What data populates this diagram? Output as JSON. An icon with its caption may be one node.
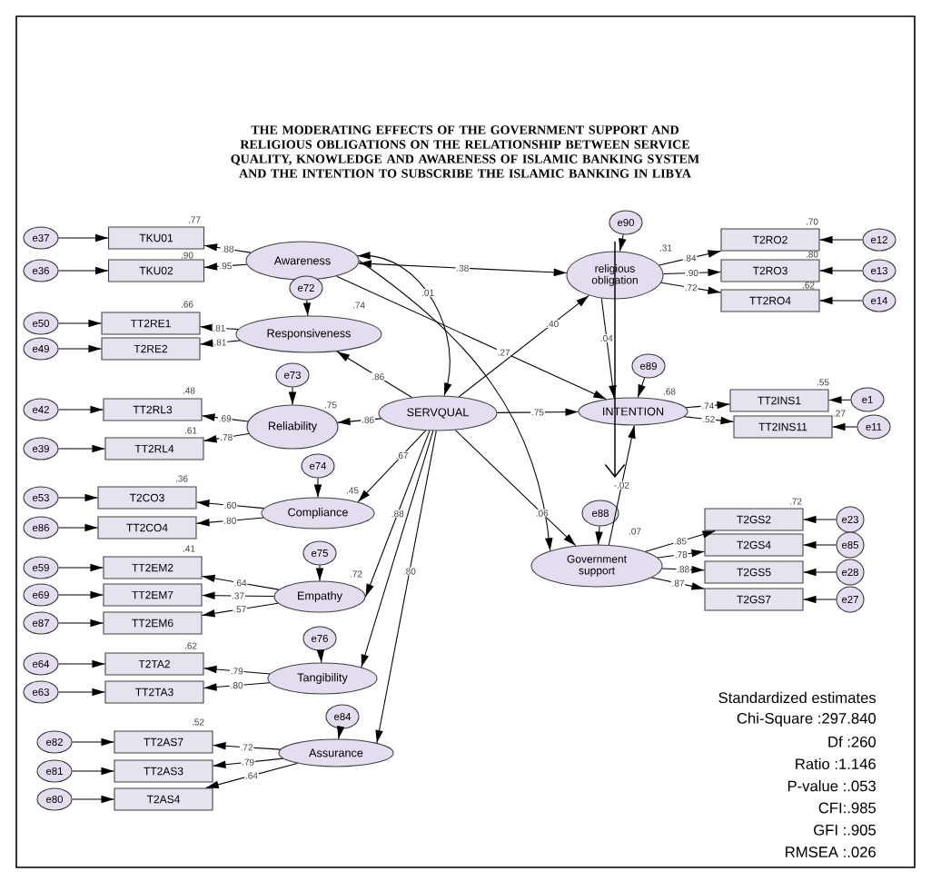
{
  "diagram": {
    "title": "THE MODERATING EFFECTS OF THE GOVERNMENT SUPPORT AND RELIGIOUS OBLIGATIONS ON THE RELATIONSHIP BETWEEN SERVICE QUALITY, KNOWLEDGE AND AWARENESS OF ISLAMIC BANKING SYSTEM AND THE INTENTION TO SUBSCRIBE THE ISLAMIC BANKING IN LIBYA",
    "nodes": [
      {
        "text": [
          "Awareness"
        ]
      },
      {
        "text": [
          "TKU01"
        ],
        "beside": [
          ".77"
        ]
      },
      {
        "text": [
          "TKU02"
        ],
        "beside": [
          ".90"
        ]
      },
      {
        "text": [
          "e37"
        ]
      },
      {
        "text": [
          "e36"
        ]
      },
      {
        "text": [
          "e72"
        ]
      },
      {
        "text": [
          "Responsiveness"
        ],
        "beside": [
          ".74"
        ]
      },
      {
        "text": [
          "TT2RE1"
        ],
        "beside": [
          ".66"
        ]
      },
      {
        "text": [
          "T2RE2"
        ]
      },
      {
        "text": [
          "e50"
        ]
      },
      {
        "text": [
          "e49"
        ]
      },
      {
        "text": [
          "e73"
        ]
      },
      {
        "text": [
          "Reliability"
        ],
        "beside": [
          ".75"
        ]
      },
      {
        "text": [
          "TT2RL3"
        ],
        "beside": [
          ".48"
        ]
      },
      {
        "text": [
          "TT2RL4"
        ],
        "beside": [
          ".61"
        ]
      },
      {
        "text": [
          "e42"
        ]
      },
      {
        "text": [
          "e39"
        ]
      },
      {
        "text": [
          "SERVQUAL"
        ]
      },
      {
        "text": [
          "e74"
        ]
      },
      {
        "text": [
          "Compliance"
        ],
        "beside": [
          ".45"
        ]
      },
      {
        "text": [
          "T2CO3"
        ],
        "beside": [
          ".36"
        ]
      },
      {
        "text": [
          "TT2CO4"
        ]
      },
      {
        "text": [
          "e53"
        ]
      },
      {
        "text": [
          "e86"
        ]
      },
      {
        "text": [
          "e75"
        ]
      },
      {
        "text": [
          "Empathy"
        ],
        "beside": [
          ".72"
        ]
      },
      {
        "text": [
          "TT2EM2"
        ],
        "beside": [
          ".41"
        ]
      },
      {
        "text": [
          "TT2EM7"
        ]
      },
      {
        "text": [
          "TT2EM6"
        ]
      },
      {
        "text": [
          "e59"
        ]
      },
      {
        "text": [
          "e69"
        ]
      },
      {
        "text": [
          "e87"
        ]
      },
      {
        "text": [
          "e76"
        ]
      },
      {
        "text": [
          "Tangibility"
        ]
      },
      {
        "text": [
          "T2TA2"
        ],
        "beside": [
          ".62"
        ]
      },
      {
        "text": [
          "TT2TA3"
        ]
      },
      {
        "text": [
          "e64"
        ]
      },
      {
        "text": [
          "e63"
        ]
      },
      {
        "text": [
          "e84"
        ]
      },
      {
        "text": [
          "Assurance"
        ]
      },
      {
        "text": [
          "TT2AS7"
        ],
        "beside": [
          ".52"
        ]
      },
      {
        "text": [
          "TT2AS3"
        ]
      },
      {
        "text": [
          "T2AS4"
        ]
      },
      {
        "text": [
          "e82"
        ]
      },
      {
        "text": [
          "e81"
        ]
      },
      {
        "text": [
          "e80"
        ]
      },
      {
        "text": [
          "e90"
        ]
      },
      {
        "text": [
          "religious obligation"
        ],
        "beside": [
          ".31"
        ]
      },
      {
        "text": [
          "T2RO2"
        ],
        "beside": [
          ".70"
        ]
      },
      {
        "text": [
          "T2RO3"
        ],
        "beside": [
          ".80"
        ]
      },
      {
        "text": [
          "TT2RO4"
        ],
        "beside": [
          ".62"
        ]
      },
      {
        "text": [
          "e12"
        ]
      },
      {
        "text": [
          "e13"
        ]
      },
      {
        "text": [
          "e14"
        ]
      },
      {
        "text": [
          "e89"
        ]
      },
      {
        "text": [
          "INTENTION"
        ],
        "beside": [
          ".68"
        ]
      },
      {
        "text": [
          "TT2INS1"
        ],
        "beside": [
          ".55"
        ]
      },
      {
        "text": [
          "TT2INS11"
        ],
        "beside": [
          ".27"
        ]
      },
      {
        "text": [
          "e1"
        ]
      },
      {
        "text": [
          "e11"
        ]
      },
      {
        "text": [
          "e88"
        ]
      },
      {
        "text": [
          "Government support"
        ],
        "beside": [
          ".07"
        ]
      },
      {
        "text": [
          "T2GS2"
        ],
        "beside": [
          ".72"
        ]
      },
      {
        "text": [
          "T2GS4"
        ]
      },
      {
        "text": [
          "T2GS5"
        ]
      },
      {
        "text": [
          "T2GS7"
        ]
      },
      {
        "text": [
          "e23"
        ]
      },
      {
        "text": [
          "e85"
        ]
      },
      {
        "text": [
          "e28"
        ]
      },
      {
        "text": [
          "e27"
        ]
      }
    ],
    "edges": [
      {
        "from": 3,
        "to": 1,
        "arrow": "to"
      },
      {
        "from": 4,
        "to": 2,
        "arrow": "to"
      },
      {
        "from": 9,
        "to": 7,
        "arrow": "to"
      },
      {
        "from": 10,
        "to": 8,
        "arrow": "to"
      },
      {
        "from": 15,
        "to": 13,
        "arrow": "to"
      },
      {
        "from": 16,
        "to": 14,
        "arrow": "to"
      },
      {
        "from": 22,
        "to": 20,
        "arrow": "to"
      },
      {
        "from": 23,
        "to": 21,
        "arrow": "to"
      },
      {
        "from": 29,
        "to": 26,
        "arrow": "to"
      },
      {
        "from": 30,
        "to": 27,
        "arrow": "to"
      },
      {
        "from": 31,
        "to": 28,
        "arrow": "to"
      },
      {
        "from": 36,
        "to": 34,
        "arrow": "to"
      },
      {
        "from": 37,
        "to": 35,
        "arrow": "to"
      },
      {
        "from": 43,
        "to": 40,
        "arrow": "to"
      },
      {
        "from": 44,
        "to": 41,
        "arrow": "to"
      },
      {
        "from": 45,
        "to": 42,
        "arrow": "to"
      },
      {
        "from": 51,
        "to": 48,
        "arrow": "to"
      },
      {
        "from": 52,
        "to": 49,
        "arrow": "to"
      },
      {
        "from": 53,
        "to": 50,
        "arrow": "to"
      },
      {
        "from": 58,
        "to": 56,
        "arrow": "to"
      },
      {
        "from": 59,
        "to": 57,
        "arrow": "to"
      },
      {
        "from": 66,
        "to": 62,
        "arrow": "to"
      },
      {
        "from": 67,
        "to": 63,
        "arrow": "to"
      },
      {
        "from": 68,
        "to": 64,
        "arrow": "to"
      },
      {
        "from": 69,
        "to": 65,
        "arrow": "to"
      },
      {
        "from": 0,
        "to": 1,
        "arrow": "to",
        "label": ".88"
      },
      {
        "from": 0,
        "to": 2,
        "arrow": "to",
        "label": ".95"
      },
      {
        "from": 6,
        "to": 7,
        "arrow": "to",
        "label": ".81"
      },
      {
        "from": 6,
        "to": 8,
        "arrow": "to",
        "label": ".81"
      },
      {
        "from": 12,
        "to": 13,
        "arrow": "to",
        "label": ".69"
      },
      {
        "from": 12,
        "to": 14,
        "arrow": "to",
        "label": ".78"
      },
      {
        "from": 19,
        "to": 20,
        "arrow": "to",
        "label": ".60"
      },
      {
        "from": 19,
        "to": 21,
        "arrow": "to",
        "label": ".80"
      },
      {
        "from": 25,
        "to": 26,
        "arrow": "to",
        "label": ".64"
      },
      {
        "from": 25,
        "to": 27,
        "arrow": "to",
        "label": ".37"
      },
      {
        "from": 25,
        "to": 28,
        "arrow": "to",
        "label": ".57"
      },
      {
        "from": 33,
        "to": 34,
        "arrow": "to",
        "label": ".79"
      },
      {
        "from": 33,
        "to": 35,
        "arrow": "to",
        "label": ".80"
      },
      {
        "from": 39,
        "to": 40,
        "arrow": "to",
        "label": ".72"
      },
      {
        "from": 39,
        "to": 41,
        "arrow": "to",
        "label": ".79"
      },
      {
        "from": 39,
        "to": 42,
        "arrow": "to",
        "label": ".64"
      },
      {
        "from": 47,
        "to": 48,
        "arrow": "to",
        "label": ".84"
      },
      {
        "from": 47,
        "to": 49,
        "arrow": "to",
        "label": ".90"
      },
      {
        "from": 47,
        "to": 50,
        "arrow": "to",
        "label": ".72"
      },
      {
        "from": 55,
        "to": 56,
        "arrow": "to",
        "label": ".74"
      },
      {
        "from": 55,
        "to": 57,
        "arrow": "to",
        "label": ".52"
      },
      {
        "from": 61,
        "to": 62,
        "arrow": "to",
        "label": ".85"
      },
      {
        "from": 61,
        "to": 63,
        "arrow": "to",
        "label": ".78"
      },
      {
        "from": 61,
        "to": 64,
        "arrow": "to",
        "label": ".88"
      },
      {
        "from": 61,
        "to": 65,
        "arrow": "to",
        "label": ".87"
      },
      {
        "from": 5,
        "to": 6,
        "arrow": "to"
      },
      {
        "from": 11,
        "to": 12,
        "arrow": "to"
      },
      {
        "from": 18,
        "to": 19,
        "arrow": "to"
      },
      {
        "from": 24,
        "to": 25,
        "arrow": "to"
      },
      {
        "from": 32,
        "to": 33,
        "arrow": "to"
      },
      {
        "from": 38,
        "to": 39,
        "arrow": "to"
      },
      {
        "from": 46,
        "to": 47,
        "arrow": "to"
      },
      {
        "from": 54,
        "to": 55,
        "arrow": "to"
      },
      {
        "from": 60,
        "to": 61,
        "arrow": "to"
      },
      {
        "from": 17,
        "to": 6,
        "arrow": "to",
        "label": ".86"
      },
      {
        "from": 17,
        "to": 12,
        "arrow": "to",
        "label": ".86"
      },
      {
        "from": 17,
        "to": 19,
        "arrow": "to",
        "label": ".67"
      },
      {
        "from": 17,
        "to": 25,
        "arrow": "to",
        "label": ".88"
      },
      {
        "from": 17,
        "to": 33,
        "arrow": "to"
      },
      {
        "from": 17,
        "to": 39,
        "arrow": "to",
        "label": ".80"
      },
      {
        "from": 0,
        "to": 47,
        "arrow": "both",
        "label": ".38"
      },
      {
        "from": 0,
        "to": 17,
        "arrow": "both",
        "label": ".01"
      },
      {
        "from": 17,
        "to": 47,
        "arrow": "to",
        "label": ".40"
      },
      {
        "from": 0,
        "to": 55,
        "arrow": "to",
        "label": ".27"
      },
      {
        "from": 17,
        "to": 55,
        "arrow": "to",
        "label": ".75"
      },
      {
        "from": 0,
        "to": 61,
        "arrow": "to"
      },
      {
        "from": 17,
        "to": 61,
        "arrow": "to",
        "label": ".06"
      },
      {
        "from": 47,
        "to": 55,
        "arrow": "to",
        "label": ".04"
      },
      {
        "from": 61,
        "to": 55,
        "arrow": "to",
        "label": "-.02"
      }
    ],
    "labels": [
      "Standardized estimates",
      "Chi-Square :297.840",
      "Df :260",
      "Ratio :1.146",
      "P-value :.053",
      "CFI:.985",
      "GFI :.905",
      "RMSEA :.026"
    ]
  }
}
